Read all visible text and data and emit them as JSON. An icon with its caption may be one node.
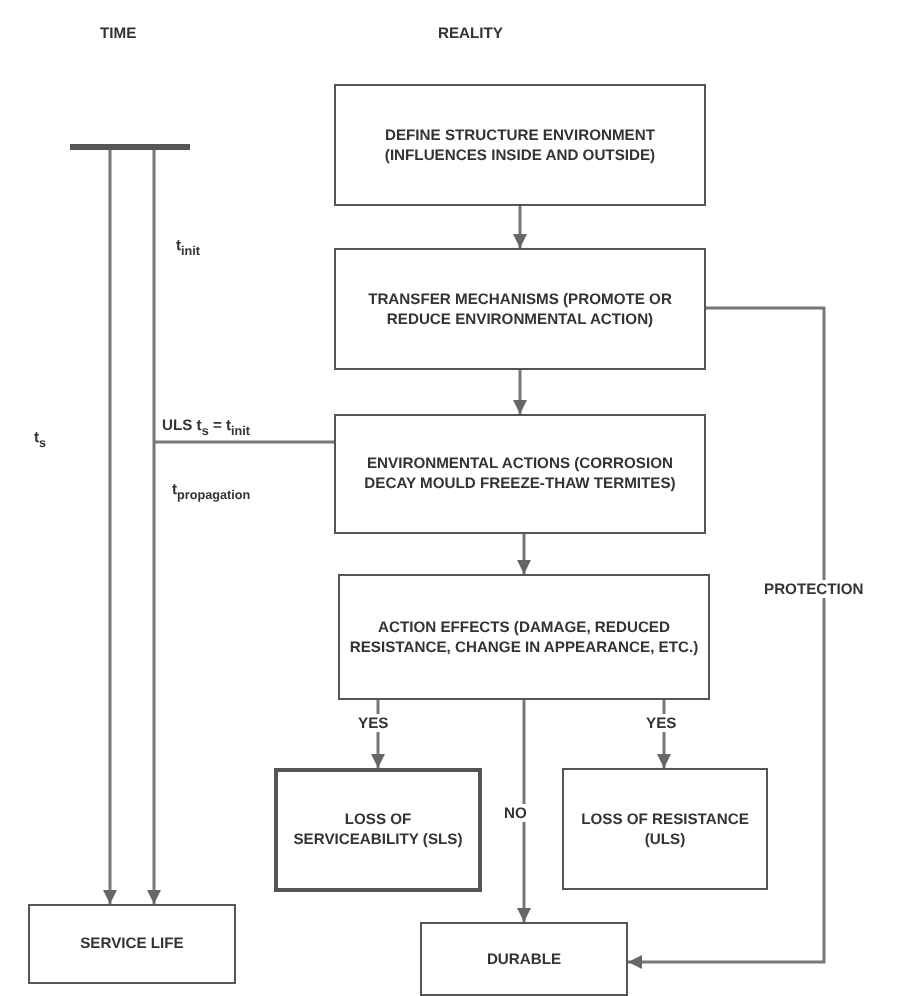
{
  "diagram": {
    "nodes": [
      {
        "text": [],
        "shape": "bar"
      },
      {
        "text": [
          "DEFINE STRUCTURE ENVIRONMENT (INFLUENCES INSIDE AND OUTSIDE)"
        ]
      },
      {
        "text": [
          "TRANSFER MECHANISMS (PROMOTE OR REDUCE ENVIRONMENTAL ACTION)"
        ]
      },
      {
        "text": [
          "ENVIRONMENTAL ACTIONS (CORROSION DECAY MOULD FREEZE-THAW TERMITES)"
        ]
      },
      {
        "text": [
          "ACTION EFFECTS (DAMAGE, REDUCED RESISTANCE, CHANGE IN APPEARANCE, ETC.)"
        ]
      },
      {
        "text": [
          "LOSS OF SERVICEABILITY (SLS)"
        ]
      },
      {
        "text": [
          "LOSS OF RESISTANCE (ULS)"
        ]
      },
      {
        "text": [
          "SERVICE LIFE"
        ]
      },
      {
        "text": [
          "DURABLE"
        ]
      }
    ],
    "edges": [
      {
        "from": 1,
        "to": 2,
        "arrow": "to"
      },
      {
        "from": 2,
        "to": 3,
        "arrow": "to"
      },
      {
        "from": 3,
        "to": 4,
        "arrow": "to"
      },
      {
        "from": 4,
        "to": 5,
        "arrow": "to",
        "label": "YES"
      },
      {
        "from": 4,
        "to": 6,
        "arrow": "to",
        "label": "YES"
      },
      {
        "from": 4,
        "to": 8,
        "arrow": "to",
        "label": "NO"
      },
      {
        "from": 2,
        "to": 8,
        "arrow": "to",
        "label": "PROTECTION"
      },
      {
        "from": 0,
        "to": 7,
        "arrow": "to",
        "label": "t$_{s}$"
      },
      {
        "from": 0,
        "to": 7,
        "arrow": "to"
      },
      {
        "from": 3,
        "to": null,
        "arrow": "none",
        "label": "ULS t$_{s}$ = t$_{init}$"
      }
    ],
    "labels": [
      "TIME",
      "REALITY",
      "t$_{init}$",
      "t$_{propagation}$"
    ]
  }
}
